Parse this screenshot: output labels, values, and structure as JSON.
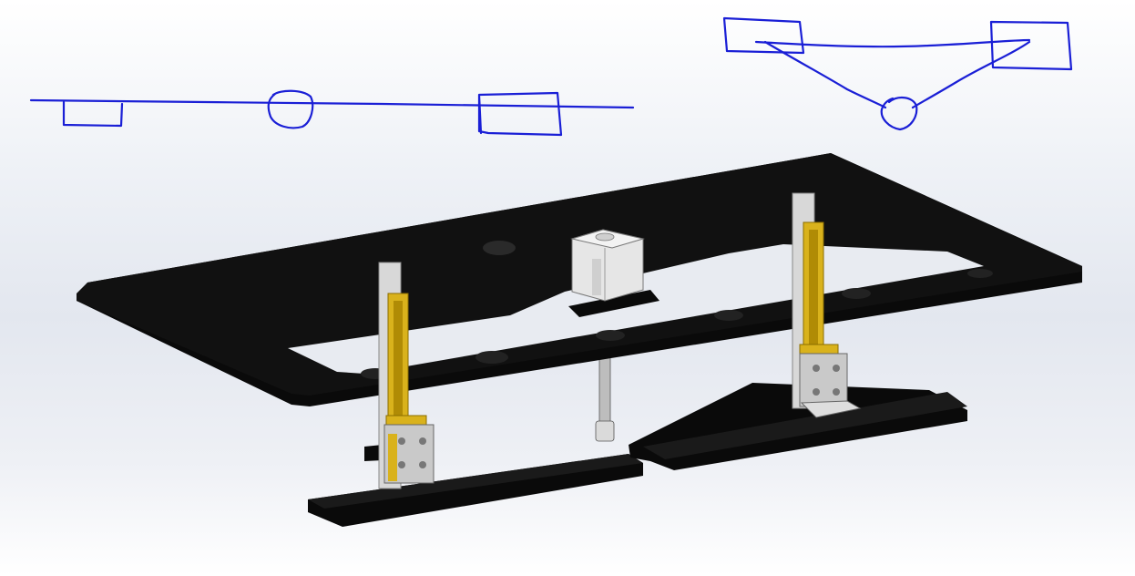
{
  "view": {
    "background_style": "light-gradient",
    "ink_color": "#1a1fd6",
    "plate_color": "#0a0a0a",
    "rail_color": "#d8d8d8",
    "bracket_color": "#d9b21c",
    "motor_color": "#e6e6e6"
  },
  "sketches": [
    {
      "name": "sketch-linear-layout"
    },
    {
      "name": "sketch-triangular-layout"
    }
  ],
  "model": {
    "parts": [
      {
        "name": "top-frame-plate"
      },
      {
        "name": "bottom-left-plate"
      },
      {
        "name": "bottom-right-plate"
      },
      {
        "name": "stepper-motor"
      },
      {
        "name": "lead-screw"
      },
      {
        "name": "left-linear-rail"
      },
      {
        "name": "right-linear-rail"
      },
      {
        "name": "left-carriage-block"
      },
      {
        "name": "right-carriage-block"
      }
    ]
  }
}
